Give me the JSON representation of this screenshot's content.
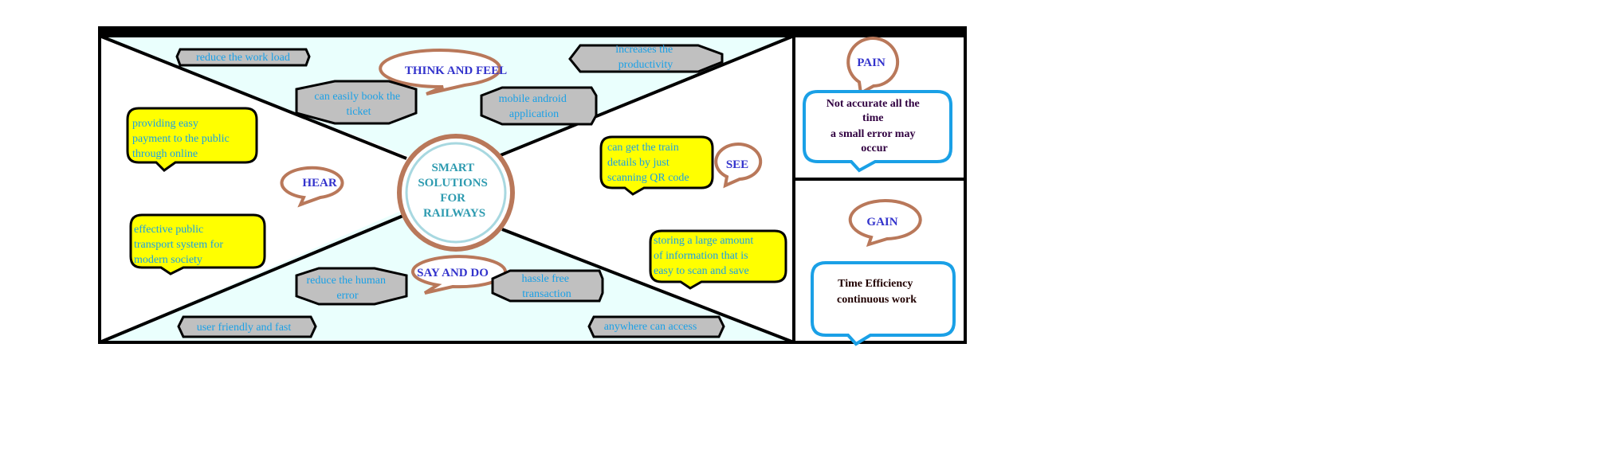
{
  "center": {
    "lines": [
      "SMART",
      "SOLUTIONS",
      "FOR",
      "RAILWAYS"
    ]
  },
  "sections": {
    "think_and_feel": {
      "label": "THINK AND FEEL",
      "notes": [
        {
          "lines": [
            "reduce the work load"
          ]
        },
        {
          "lines": [
            "increases the",
            "productivity"
          ]
        },
        {
          "lines": [
            "can easily book the",
            "ticket"
          ]
        },
        {
          "lines": [
            "mobile android",
            "application"
          ]
        }
      ]
    },
    "hear": {
      "label": "HEAR",
      "notes": [
        {
          "lines": [
            "providing easy",
            "payment to the public",
            "through online"
          ]
        },
        {
          "lines": [
            "effective public",
            "transport system for",
            "modern society"
          ]
        }
      ]
    },
    "see": {
      "label": "SEE",
      "notes": [
        {
          "lines": [
            "can get the train",
            "details by just",
            "scanning QR code"
          ]
        },
        {
          "lines": [
            "storing a large amount",
            "of information that is",
            "easy to scan and save"
          ]
        }
      ]
    },
    "say_and_do": {
      "label": "SAY AND DO",
      "notes": [
        {
          "lines": [
            "reduce the human",
            "error"
          ]
        },
        {
          "lines": [
            "hassle free",
            "transaction"
          ]
        },
        {
          "lines": [
            "user friendly and fast"
          ]
        },
        {
          "lines": [
            "anywhere can access"
          ]
        }
      ]
    },
    "pain": {
      "label": "PAIN",
      "note": {
        "lines": [
          "Not accurate all the",
          "time",
          "a small error may",
          "occur"
        ]
      }
    },
    "gain": {
      "label": "GAIN",
      "note": {
        "lines": [
          "Time Efficiency",
          "continuous work"
        ]
      }
    }
  },
  "colors": {
    "frame": "#000000",
    "panel_fill": "#eafffd",
    "yellow_note": "#ffff00",
    "gray_note": "#c0c0c0",
    "speech_stroke": "#b9785a",
    "blue_bubble": "#1aa0e6",
    "note_text": "#1aa0e6",
    "label_text": "#3333cc",
    "center_text": "#2e9bb0",
    "center_ring": "#a8d8e0",
    "pain_text": "#300040",
    "gain_text": "#200000"
  }
}
